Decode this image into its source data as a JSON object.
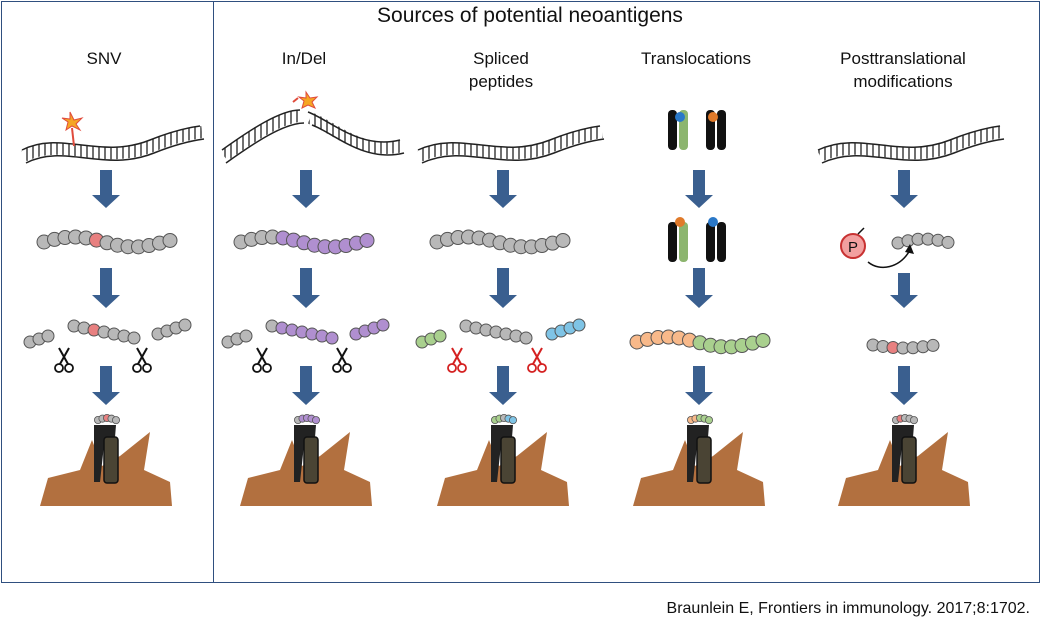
{
  "title": "Sources of potential neoantigens",
  "columns": [
    {
      "label_line1": "SNV",
      "label_line2": ""
    },
    {
      "label_line1": "In/Del",
      "label_line2": ""
    },
    {
      "label_line1": "Spliced",
      "label_line2": "peptides"
    },
    {
      "label_line1": "Translocations",
      "label_line2": ""
    },
    {
      "label_line1": "Posttranslational",
      "label_line2": "modifications"
    }
  ],
  "phospho_label": "P",
  "citation": "Braunlein E, Frontiers in immunology. 2017;8:1702.",
  "colors": {
    "frame": "#2f4f7f",
    "arrow": "#3a5f8f",
    "bead_gray": "#b8b8b8",
    "bead_purple": "#b08fd0",
    "bead_green": "#a9d08e",
    "bead_blue": "#7fc4e6",
    "bead_orange": "#f8b98a",
    "bead_red": "#e88080",
    "cell": "#b2703f",
    "mhc": "#222222"
  }
}
